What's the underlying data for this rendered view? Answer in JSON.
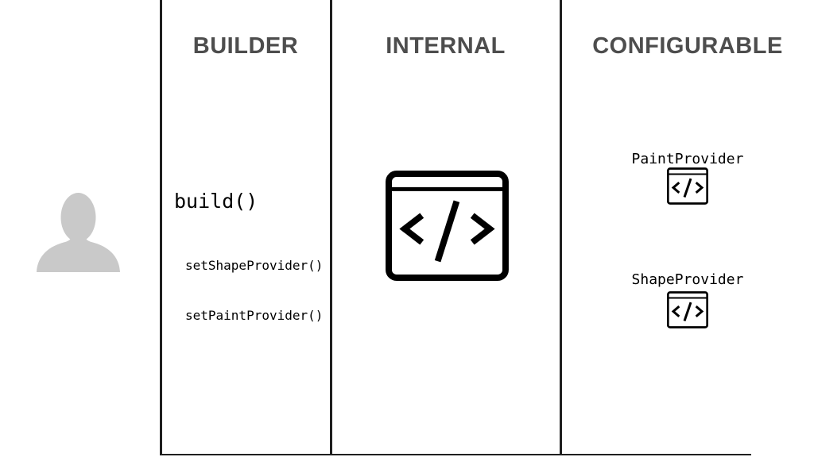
{
  "slide": {
    "columns": [
      {
        "label": "BUILDER"
      },
      {
        "label": "INTERNAL"
      },
      {
        "label": "CONFIGURABLE"
      }
    ],
    "actor": {
      "icon": "user-silhouette-icon"
    },
    "builder": {
      "method": "build()",
      "sub_methods": [
        "setShapeProvider()",
        "setPaintProvider()"
      ]
    },
    "internal": {
      "icon": "code-window-icon"
    },
    "configurable": {
      "providers": [
        {
          "name": "PaintProvider",
          "icon": "code-window-icon"
        },
        {
          "name": "ShapeProvider",
          "icon": "code-window-icon"
        }
      ]
    },
    "colors": {
      "background": "#ffffff",
      "border": "#1f1f1f",
      "header_text": "#4d4d4d",
      "code_text": "#000000",
      "silhouette": "#c9c9c9"
    }
  }
}
